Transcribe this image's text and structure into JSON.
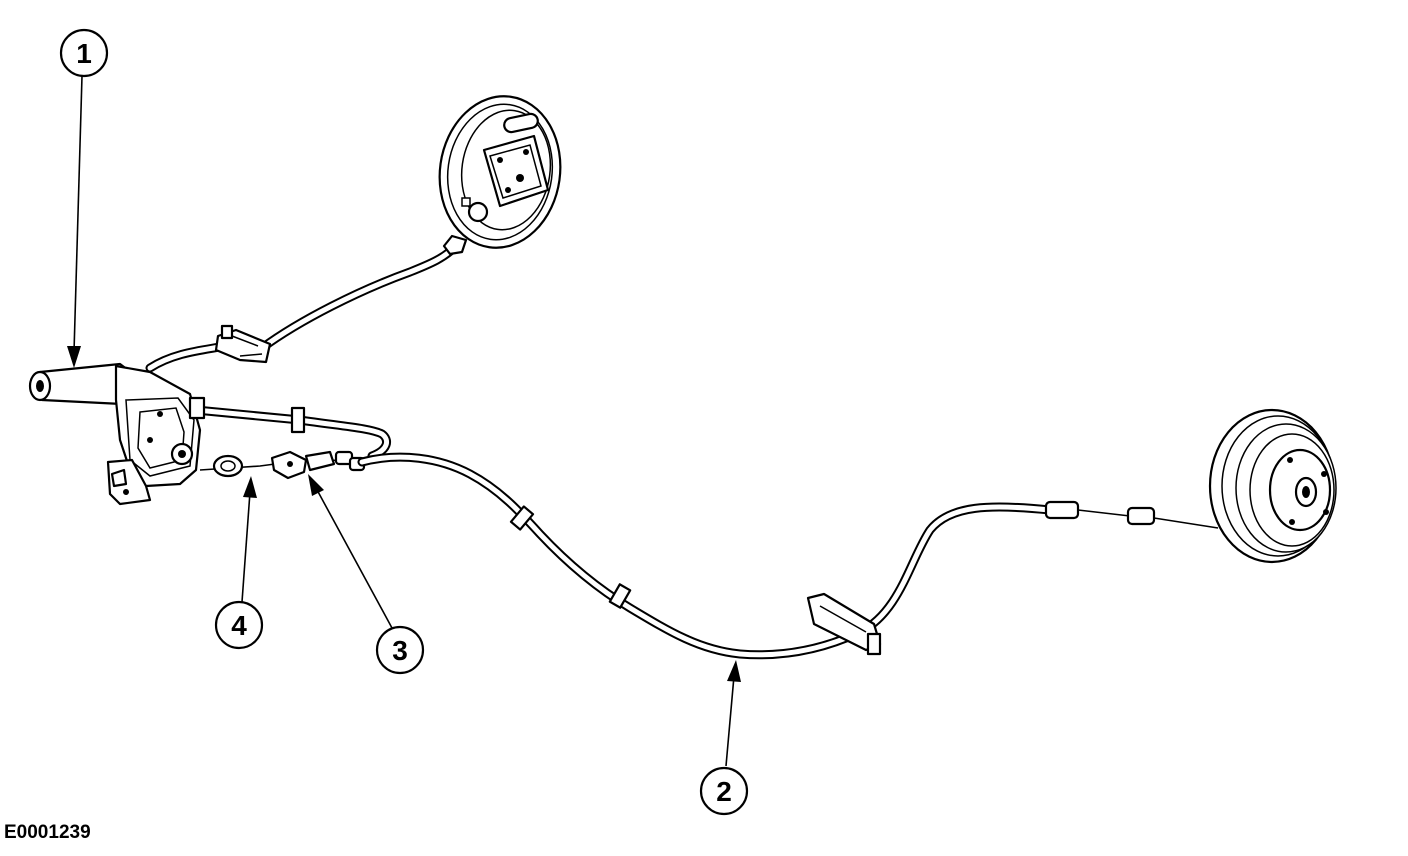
{
  "figure_id": "E0001239",
  "callouts": [
    {
      "label": "1"
    },
    {
      "label": "2"
    },
    {
      "label": "3"
    },
    {
      "label": "4"
    }
  ],
  "colors": {
    "line": "#000000",
    "background": "#ffffff"
  }
}
